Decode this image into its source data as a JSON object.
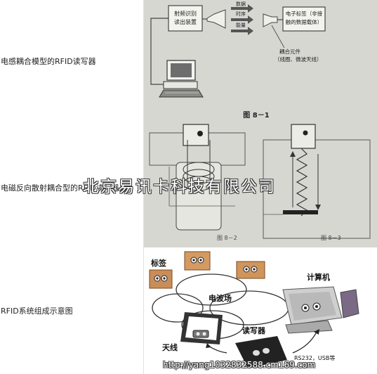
{
  "rows": [
    {
      "label": "电感耦合模型的RFID读写器",
      "figure": {
        "reader_label_1": "射频识别",
        "reader_label_2": "读出装置",
        "arrow_data": "数据",
        "arrow_clock": "时序",
        "arrow_energy": "能量",
        "tag_label_1": "电子标签（非接",
        "tag_label_2": "触的数据载体）",
        "coupler_label_1": "耦合元件",
        "coupler_label_2": "（线圈、微波天线）",
        "caption": "图 8－1"
      }
    },
    {
      "label": "电磁反向散射耦合型的RFID读写器",
      "figure": {
        "caption_left": "图 8－2",
        "caption_right": "图 8－3"
      }
    },
    {
      "label": "RFID系统组成示意图",
      "figure": {
        "tag": "标签",
        "field": "电波场",
        "computer": "计算机",
        "antenna": "天线",
        "reader": "读写器",
        "port": "RS232，USB等"
      }
    }
  ],
  "watermark": "北京易讯卡科技有限公司",
  "url": "http://yang1032832588.cm169.com"
}
